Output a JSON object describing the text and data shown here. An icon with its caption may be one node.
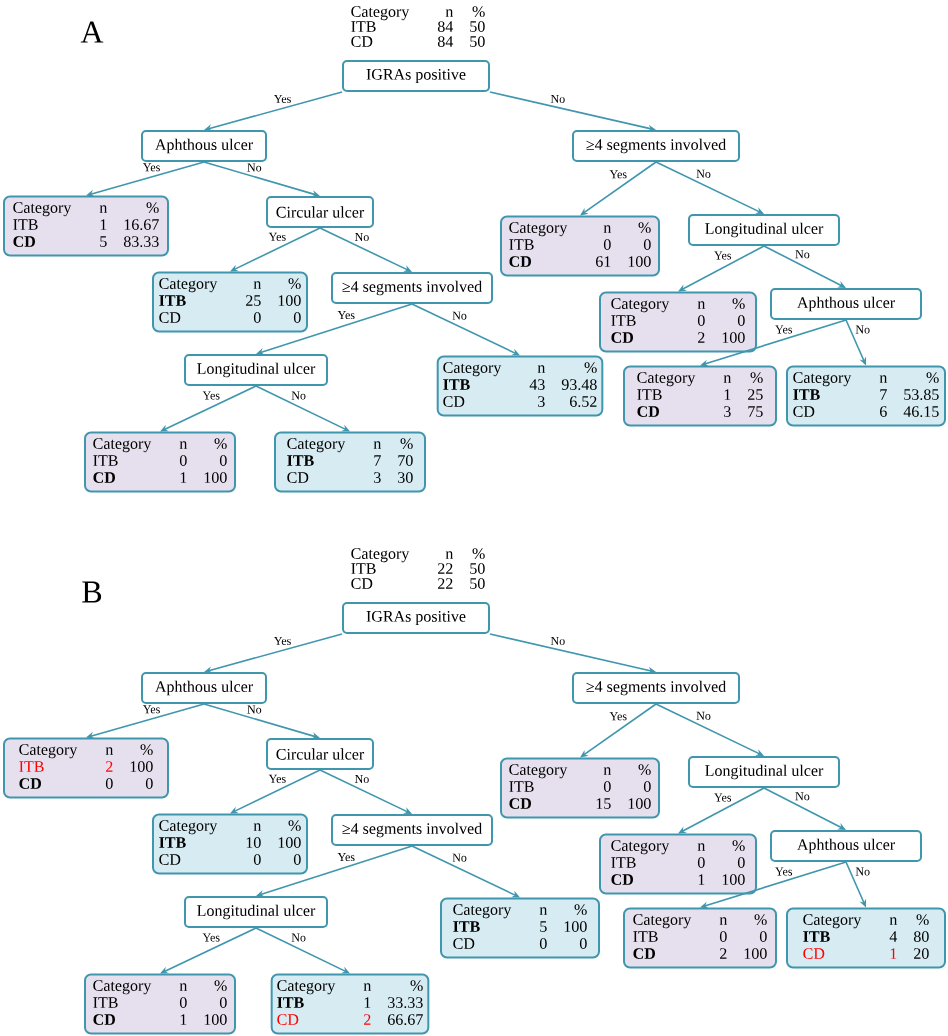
{
  "diagram": {
    "nodes": [
      {
        "text": [
          "IGRAs positive"
        ]
      },
      {
        "text": [
          "Aphthous ulcer"
        ]
      },
      {
        "text": [
          "Category",
          "n",
          "%",
          "ITB",
          "1",
          "16.67",
          "CD",
          "5",
          "83.33"
        ]
      },
      {
        "text": [
          "Circular ulcer"
        ]
      },
      {
        "text": [
          "Category",
          "n",
          "%",
          "ITB",
          "25",
          "100",
          "CD",
          "0",
          "0"
        ]
      },
      {
        "text": [
          "≥4 segments involved"
        ]
      },
      {
        "text": [
          "Longitudinal ulcer"
        ]
      },
      {
        "text": [
          "Category",
          "n",
          "%",
          "ITB",
          "0",
          "0",
          "CD",
          "1",
          "100"
        ]
      },
      {
        "text": [
          "Category",
          "n",
          "%",
          "ITB",
          "7",
          "70",
          "CD",
          "3",
          "30"
        ]
      },
      {
        "text": [
          "Category",
          "n",
          "%",
          "ITB",
          "43",
          "93.48",
          "CD",
          "3",
          "6.52"
        ]
      },
      {
        "text": [
          "≥4 segments involved"
        ]
      },
      {
        "text": [
          "Category",
          "n",
          "%",
          "ITB",
          "0",
          "0",
          "CD",
          "61",
          "100"
        ]
      },
      {
        "text": [
          "Longitudinal ulcer"
        ]
      },
      {
        "text": [
          "Category",
          "n",
          "%",
          "ITB",
          "0",
          "0",
          "CD",
          "2",
          "100"
        ]
      },
      {
        "text": [
          "Aphthous ulcer"
        ]
      },
      {
        "text": [
          "Category",
          "n",
          "%",
          "ITB",
          "1",
          "25",
          "CD",
          "3",
          "75"
        ]
      },
      {
        "text": [
          "Category",
          "n",
          "%",
          "ITB",
          "7",
          "53.85",
          "CD",
          "6",
          "46.15"
        ]
      },
      {
        "text": [
          "IGRAs positive"
        ]
      },
      {
        "text": [
          "Aphthous ulcer"
        ]
      },
      {
        "text": [
          "Category",
          "n",
          "%",
          "ITB",
          "2",
          "100",
          "CD",
          "0",
          "0"
        ]
      },
      {
        "text": [
          "Circular ulcer"
        ]
      },
      {
        "text": [
          "Category",
          "n",
          "%",
          "ITB",
          "10",
          "100",
          "CD",
          "0",
          "0"
        ]
      },
      {
        "text": [
          "≥4 segments involved"
        ]
      },
      {
        "text": [
          "Longitudinal ulcer"
        ]
      },
      {
        "text": [
          "Category",
          "n",
          "%",
          "ITB",
          "0",
          "0",
          "CD",
          "1",
          "100"
        ]
      },
      {
        "text": [
          "Category",
          "n",
          "%",
          "ITB",
          "1",
          "33.33",
          "CD",
          "2",
          "66.67"
        ]
      },
      {
        "text": [
          "Category",
          "n",
          "%",
          "ITB",
          "5",
          "100",
          "CD",
          "0",
          "0"
        ]
      },
      {
        "text": [
          "≥4 segments involved"
        ]
      },
      {
        "text": [
          "Category",
          "n",
          "%",
          "ITB",
          "0",
          "0",
          "CD",
          "15",
          "100"
        ]
      },
      {
        "text": [
          "Longitudinal ulcer"
        ]
      },
      {
        "text": [
          "Category",
          "n",
          "%",
          "ITB",
          "0",
          "0",
          "CD",
          "1",
          "100"
        ]
      },
      {
        "text": [
          "Aphthous ulcer"
        ]
      },
      {
        "text": [
          "Category",
          "n",
          "%",
          "ITB",
          "0",
          "0",
          "CD",
          "2",
          "100"
        ]
      },
      {
        "text": [
          "Category",
          "n",
          "%",
          "ITB",
          "4",
          "80",
          "CD",
          "1",
          "20"
        ]
      }
    ],
    "edges": [
      {
        "from": 0,
        "to": 1,
        "arrow": "to",
        "label": "Yes"
      },
      {
        "from": 0,
        "to": 10,
        "arrow": "to",
        "label": "No"
      },
      {
        "from": 1,
        "to": 2,
        "arrow": "to",
        "label": "Yes"
      },
      {
        "from": 1,
        "to": 3,
        "arrow": "to",
        "label": "No"
      },
      {
        "from": 3,
        "to": 4,
        "arrow": "to",
        "label": "Yes"
      },
      {
        "from": 3,
        "to": 5,
        "arrow": "to",
        "label": "No"
      },
      {
        "from": 5,
        "to": 6,
        "arrow": "to",
        "label": "Yes"
      },
      {
        "from": 5,
        "to": 9,
        "arrow": "to",
        "label": "No"
      },
      {
        "from": 6,
        "to": 7,
        "arrow": "to",
        "label": "Yes"
      },
      {
        "from": 6,
        "to": 8,
        "arrow": "to",
        "label": "No"
      },
      {
        "from": 10,
        "to": 11,
        "arrow": "to",
        "label": "Yes"
      },
      {
        "from": 10,
        "to": 12,
        "arrow": "to",
        "label": "No"
      },
      {
        "from": 12,
        "to": 13,
        "arrow": "to",
        "label": "Yes"
      },
      {
        "from": 12,
        "to": 14,
        "arrow": "to",
        "label": "No"
      },
      {
        "from": 14,
        "to": 15,
        "arrow": "to",
        "label": "Yes"
      },
      {
        "from": 14,
        "to": 16,
        "arrow": "to",
        "label": "No"
      },
      {
        "from": 17,
        "to": 18,
        "arrow": "to",
        "label": "Yes"
      },
      {
        "from": 17,
        "to": 27,
        "arrow": "to",
        "label": "No"
      },
      {
        "from": 18,
        "to": 19,
        "arrow": "to",
        "label": "Yes"
      },
      {
        "from": 18,
        "to": 20,
        "arrow": "to",
        "label": "No"
      },
      {
        "from": 20,
        "to": 21,
        "arrow": "to",
        "label": "Yes"
      },
      {
        "from": 20,
        "to": 22,
        "arrow": "to",
        "label": "No"
      },
      {
        "from": 22,
        "to": 23,
        "arrow": "to",
        "label": "Yes"
      },
      {
        "from": 22,
        "to": 26,
        "arrow": "to",
        "label": "No"
      },
      {
        "from": 23,
        "to": 24,
        "arrow": "to",
        "label": "Yes"
      },
      {
        "from": 23,
        "to": 25,
        "arrow": "to",
        "label": "No"
      },
      {
        "from": 27,
        "to": 28,
        "arrow": "to",
        "label": "Yes"
      },
      {
        "from": 27,
        "to": 29,
        "arrow": "to",
        "label": "No"
      },
      {
        "from": 29,
        "to": 30,
        "arrow": "to",
        "label": "Yes"
      },
      {
        "from": 29,
        "to": 31,
        "arrow": "to",
        "label": "No"
      },
      {
        "from": 31,
        "to": 32,
        "arrow": "to",
        "label": "Yes"
      },
      {
        "from": 31,
        "to": 33,
        "arrow": "to",
        "label": "No"
      }
    ],
    "labels": [
      "A",
      "Category",
      "n",
      "%",
      "ITB",
      "84",
      "50",
      "CD",
      "84",
      "50",
      "B",
      "Category",
      "n",
      "%",
      "ITB",
      "22",
      "50",
      "CD",
      "22",
      "50"
    ]
  }
}
